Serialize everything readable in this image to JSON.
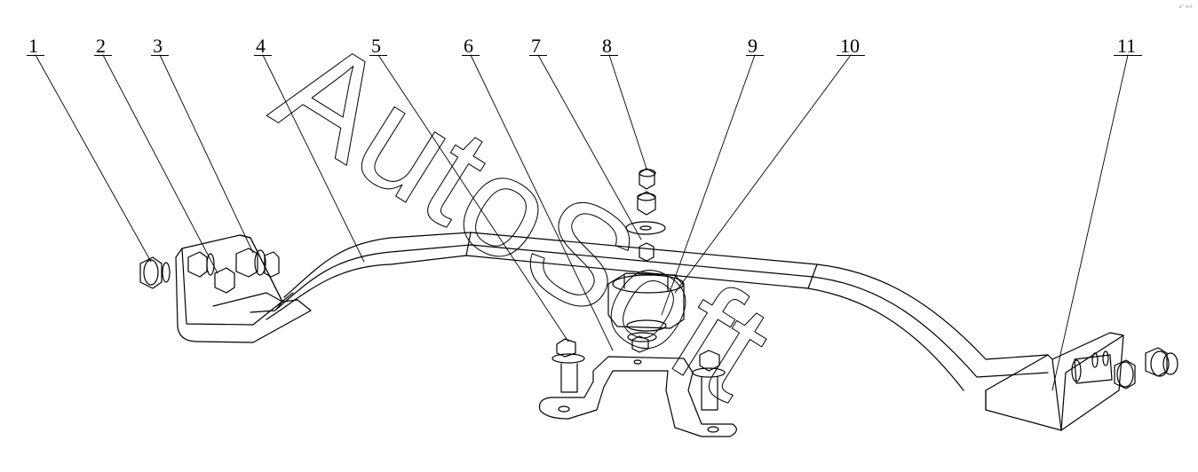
{
  "diagram": {
    "labels": [
      "1",
      "2",
      "3",
      "4",
      "5",
      "6",
      "7",
      "8",
      "9",
      "10",
      "11"
    ],
    "watermark": "AutoSoft",
    "corner_mark": "a° ≡≡"
  }
}
